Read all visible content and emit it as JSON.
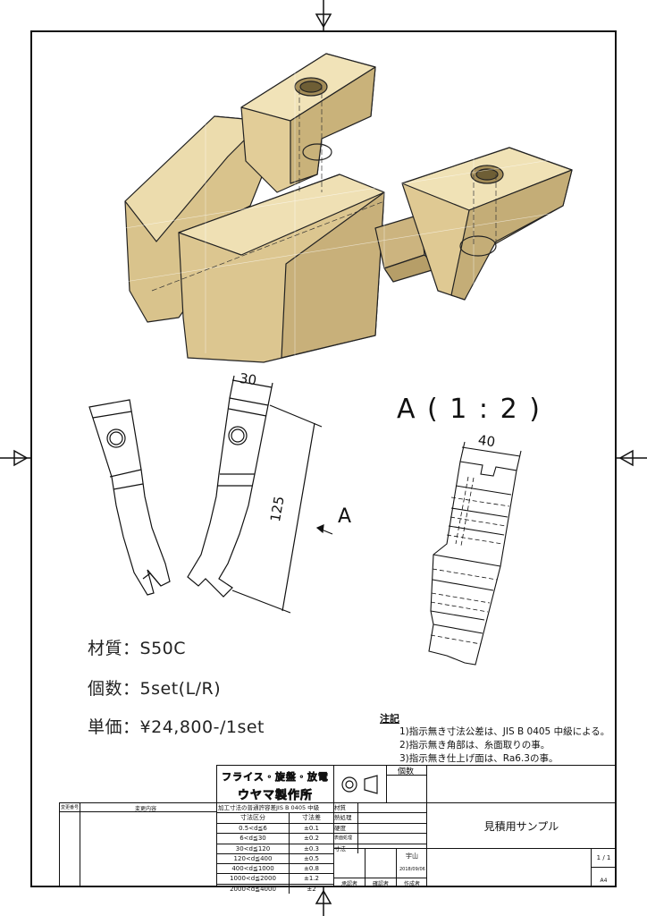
{
  "view_label": "A",
  "section_title": "A ( 1 : 2 )",
  "dimensions": {
    "width_30": "30",
    "length_125": "125",
    "width_40": "40"
  },
  "specs": [
    {
      "label": "材質",
      "sep": "：",
      "value": "S50C"
    },
    {
      "label": "個数",
      "sep": "：",
      "value": "5set(L/R)"
    },
    {
      "label": "単価",
      "sep": "：",
      "value": "¥24,800-/1set"
    }
  ],
  "notes": {
    "title": "注記",
    "items": [
      "1)指示無き寸法公差は、JIS B 0405 中級による。",
      "2)指示無き角部は、糸面取りの事。",
      "3)指示無き仕上げ面は、Ra6.3の事。"
    ]
  },
  "title_block": {
    "company_tagline": "フライス・旋盤・放電",
    "company_name": "ウヤマ製作所",
    "count_label": "個数",
    "revision_header": [
      "変更番号",
      "変更内容"
    ],
    "tolerance_title": "加工寸法の普通許容差JIS B 0405 中級",
    "tolerance_headers": [
      "寸法区分",
      "寸法差"
    ],
    "tolerances": [
      [
        "0.5<d≦6",
        "±0.1"
      ],
      [
        "6<d≦30",
        "±0.2"
      ],
      [
        "30<d≦120",
        "±0.3"
      ],
      [
        "120<d≦400",
        "±0.5"
      ],
      [
        "400<d≦1000",
        "±0.8"
      ],
      [
        "1000<d≦2000",
        "±1.2"
      ],
      [
        "2000<d≦4000",
        "±2"
      ]
    ],
    "property_labels": [
      "材質",
      "熱処理",
      "硬度",
      "表面処理",
      "寸法"
    ],
    "drawing_title": "見積用サンプル",
    "sheet": "1 / 1",
    "author": "宇山",
    "date": "2018/09/06",
    "approval_labels": [
      "承認者",
      "確認者",
      "作成者"
    ],
    "paper_size": "A4"
  },
  "colors": {
    "model_fill": "#e6d3a0",
    "model_shade": "#c9b27a",
    "model_dark": "#9c8754",
    "line": "#111111"
  }
}
